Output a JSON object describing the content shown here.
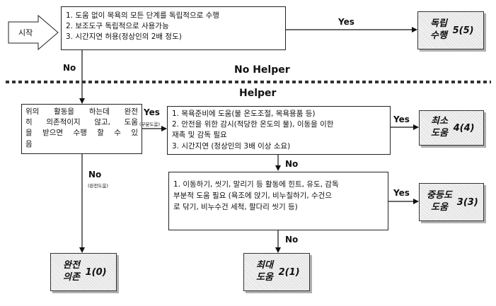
{
  "start": {
    "label": "시작"
  },
  "box_independent": {
    "lines": [
      "1. 도움 없이 목욕의 모든 단계를 독립적으로 수행",
      "2. 보조도구 독립적으로 사용가능",
      "3. 시간지연 허용(정상인의 2배 정도)"
    ]
  },
  "box_partial_q": {
    "lines": [
      "위의 활동을 하는데 완전",
      "히 의존적이지 않고, 도움",
      "을 받으면 수행 할 수 있",
      "음"
    ]
  },
  "box_min": {
    "lines": [
      "1. 목욕준비에 도움(물 온도조절, 목욕용품 등)",
      "2. 안전을 위한 감시(적당한 온도의 물), 이동을 이한",
      "재촉 및 감독 필요",
      "3. 시간지연 (정상인의 3배 이상 소요)"
    ]
  },
  "box_mod": {
    "lines": [
      "1. 이동하기, 씻기, 말리기 등 활동에 힌트, 유도, 감독",
      "부분적 도움 필요 (욕조에 앉기, 비누칠하기, 수건으",
      "로 닦기, 비누수건 세척, 팔다리 씻기 등)"
    ]
  },
  "results": {
    "independent": {
      "name": "독립 수행",
      "score": "5(5)"
    },
    "minimal": {
      "name": "최소 도움",
      "score": "4(4)"
    },
    "moderate": {
      "name": "중등도 도움",
      "score": "3(3)"
    },
    "maximal": {
      "name": "최대 도움",
      "score": "2(1)"
    },
    "dependent": {
      "name": "완전 의존",
      "score": "1(0)"
    }
  },
  "labels": {
    "yes": "Yes",
    "no": "No",
    "yes_partial_note": "(부분도움)",
    "no_full_note": "(완전도움)"
  },
  "banners": {
    "no_helper": "No Helper",
    "helper": "Helper"
  }
}
